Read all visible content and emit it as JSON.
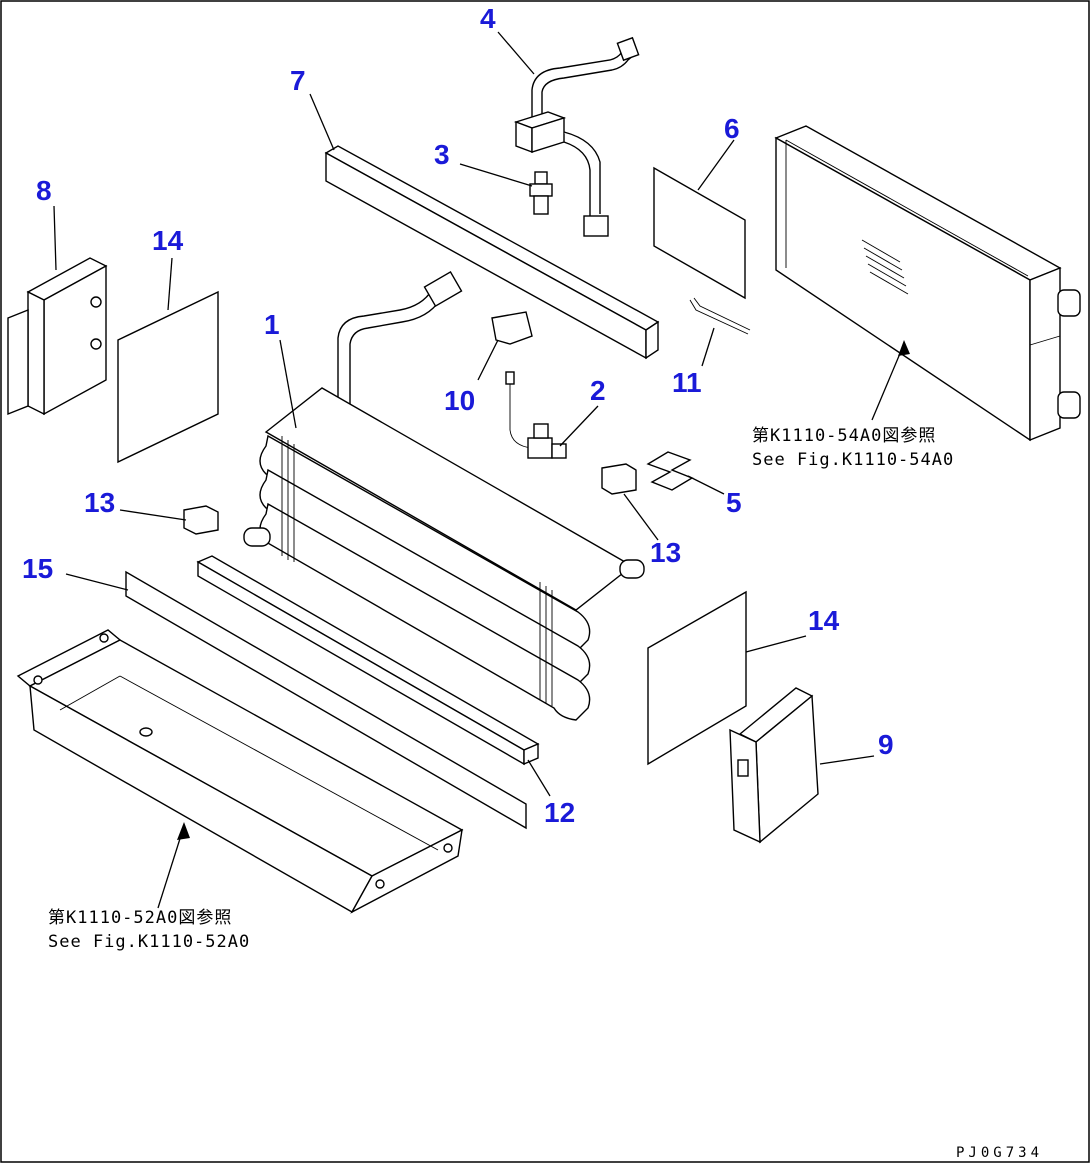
{
  "diagram": {
    "part_numbers": {
      "p1": "1",
      "p2": "2",
      "p3": "3",
      "p4": "4",
      "p5": "5",
      "p6": "6",
      "p7": "7",
      "p8": "8",
      "p9": "9",
      "p10": "10",
      "p11": "11",
      "p12": "12",
      "p13a": "13",
      "p13b": "13",
      "p14a": "14",
      "p14b": "14",
      "p15": "15"
    },
    "references": {
      "upper": {
        "jp": "第K1110-54A0図参照",
        "en": "See Fig.K1110-54A0"
      },
      "lower": {
        "jp": "第K1110-52A0図参照",
        "en": "See Fig.K1110-52A0"
      }
    },
    "drawing_code": "PJ0G734",
    "label_color": "#1a1ad8"
  }
}
